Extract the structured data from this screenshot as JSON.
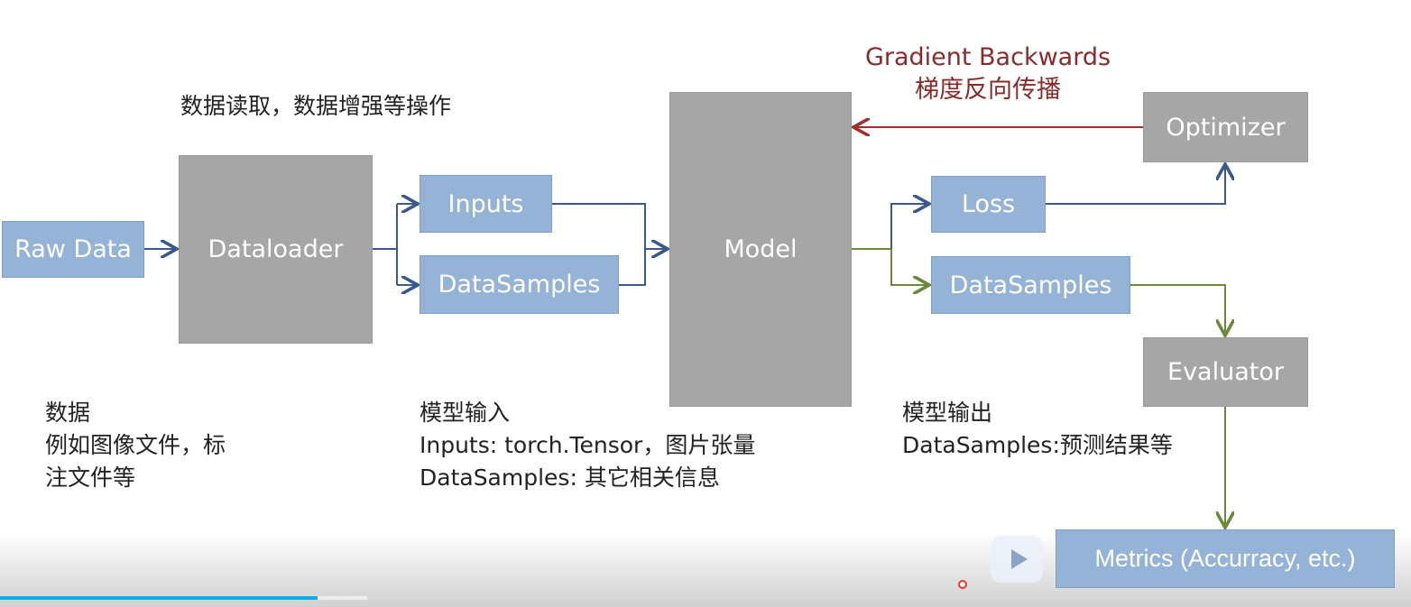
{
  "header_note": "数据读取，数据增强等操作",
  "gradient": {
    "en": "Gradient Backwards",
    "zh": "梯度反向传播"
  },
  "boxes": {
    "raw_data": "Raw Data",
    "dataloader": "Dataloader",
    "inputs": "Inputs",
    "datasamples_in": "DataSamples",
    "model": "Model",
    "loss": "Loss",
    "datasamples_out": "DataSamples",
    "optimizer": "Optimizer",
    "evaluator": "Evaluator",
    "metrics": "Metrics (Accurracy, etc.)"
  },
  "notes": {
    "data": [
      "数据",
      "例如图像文件，标",
      "注文件等"
    ],
    "model_input": [
      "模型输入",
      "Inputs: torch.Tensor，图片张量",
      "DataSamples: 其它相关信息"
    ],
    "model_output": [
      "模型输出",
      "DataSamples:预测结果等"
    ]
  },
  "player": {
    "progress_percent": 22.5,
    "buffered_percent": 26
  },
  "colors": {
    "blue_box": "#95b3d7",
    "gray_box": "#a6a6a6",
    "blue_arrow": "#3a5a8c",
    "green_arrow": "#6a8a3a",
    "red_arrow": "#a03030",
    "progress": "#00aeec"
  }
}
